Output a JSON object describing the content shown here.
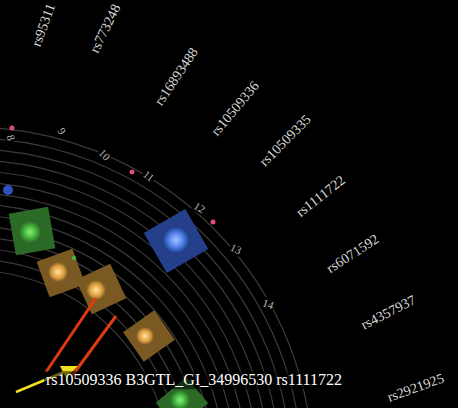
{
  "diagram": {
    "labels": [
      "rs95311",
      "rs773248",
      "rs16893488",
      "rs10509336",
      "rs10509335",
      "rs1111722",
      "rs6071592",
      "rs4357937",
      "rs2921925",
      "8",
      "9",
      "10",
      "11",
      "12",
      "13",
      "14",
      "rs10509336 B3GTL_GI_34996530 rs1111722"
    ]
  }
}
